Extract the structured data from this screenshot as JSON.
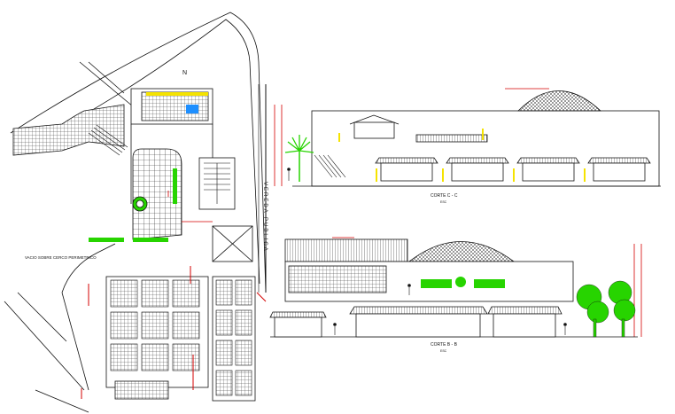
{
  "plan": {
    "north_label": "N",
    "street_label": "VEREDA PUBLICA",
    "left_label": "VACIO SOBRE CERCO PERIMETRICO"
  },
  "sections": {
    "section_a_title": "CORTE C - C",
    "section_a_scale": "ESC",
    "section_b_title": "CORTE B - B",
    "section_b_scale": "ESC"
  },
  "colors": {
    "line": "#111111",
    "accent_red": "#d40000",
    "vegetation_green": "#27d400",
    "highlight_yellow": "#f5e300",
    "water_blue": "#1e8fff"
  }
}
